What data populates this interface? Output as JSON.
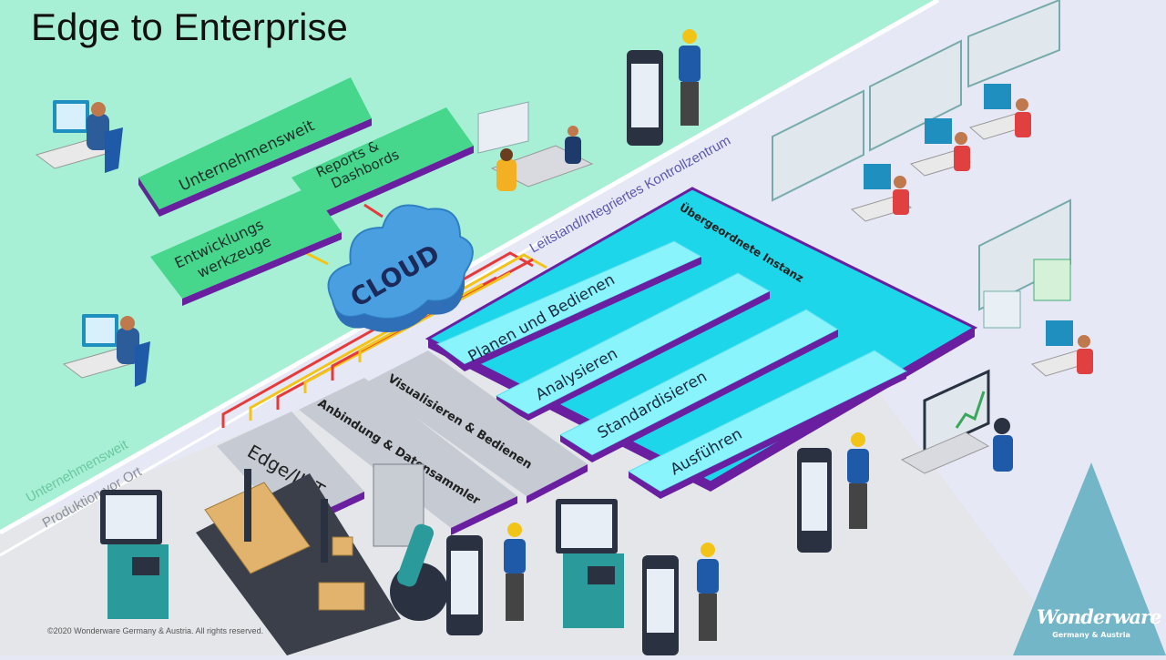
{
  "slide": {
    "title": "Edge to Enterprise",
    "copyright": "©2020 Wonderware Germany & Austria. All rights reserved."
  },
  "zones": {
    "enterprise": "Unternehmensweit",
    "control_center": "Leitstand/Integriertes Kontrollzentrum",
    "production": "Produktion vor Ort"
  },
  "green_blocks": {
    "unternehmensweit": "Unternehmensweit",
    "reports": [
      "Reports &",
      "Dashbords"
    ],
    "entwicklung": [
      "Entwicklungs",
      "werkzeuge"
    ]
  },
  "cloud": {
    "label": "CLOUD"
  },
  "cyan_stack": {
    "header": "Übergeordnete Instanz",
    "layers": [
      "Planen und Bedienen",
      "Analysieren",
      "Standardisieren",
      "Ausführen"
    ]
  },
  "edge_blocks": {
    "edge": "Edge/IIoT",
    "anbindung": "Anbindung & Datensammler",
    "visualisieren": "Visualisieren & Bedienen"
  },
  "logo": {
    "name": "Wonderware",
    "region": "Germany & Austria"
  },
  "colors": {
    "green_zone": "#a7f0d6",
    "blue_zone": "#e6e8f6",
    "grey_zone": "#e4e6ea",
    "green_block": "#46d68c",
    "cyan": "#23e3f5",
    "purple_edge": "#6a1fa0",
    "grey_block": "#c5cad3",
    "triangle": "#72b6c8",
    "cloud": "#4a9fe0"
  }
}
